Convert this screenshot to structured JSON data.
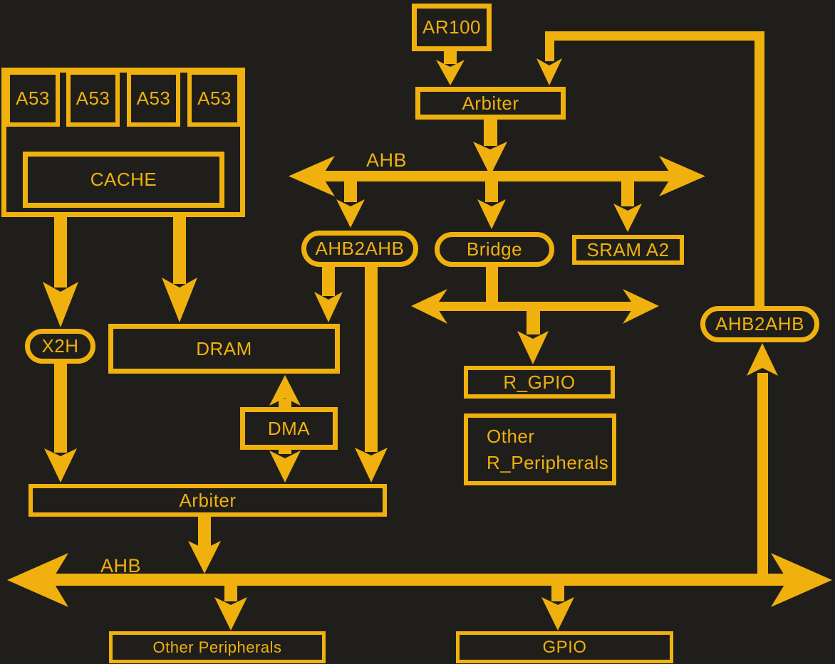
{
  "colors": {
    "background": "#1F1E1B",
    "gold": "#F0B10E"
  },
  "bus_labels": {
    "top_ahb": "AHB",
    "bottom_ahb": "AHB"
  },
  "nodes": {
    "ar100": "AR100",
    "arbiter_top": "Arbiter",
    "a53": [
      "A53",
      "A53",
      "A53",
      "A53"
    ],
    "cache": "CACHE",
    "ahb2ahb_left": "AHB2AHB",
    "bridge": "Bridge",
    "sram_a2": "SRAM A2",
    "ahb2ahb_right": "AHB2AHB",
    "x2h": "X2H",
    "dram": "DRAM",
    "dma": "DMA",
    "arbiter_bottom": "Arbiter",
    "r_gpio": "R_GPIO",
    "other_r_peripherals": {
      "line1": "Other",
      "line2": "R_Peripherals"
    },
    "other_peripherals": "Other Peripherals",
    "gpio": "GPIO"
  }
}
